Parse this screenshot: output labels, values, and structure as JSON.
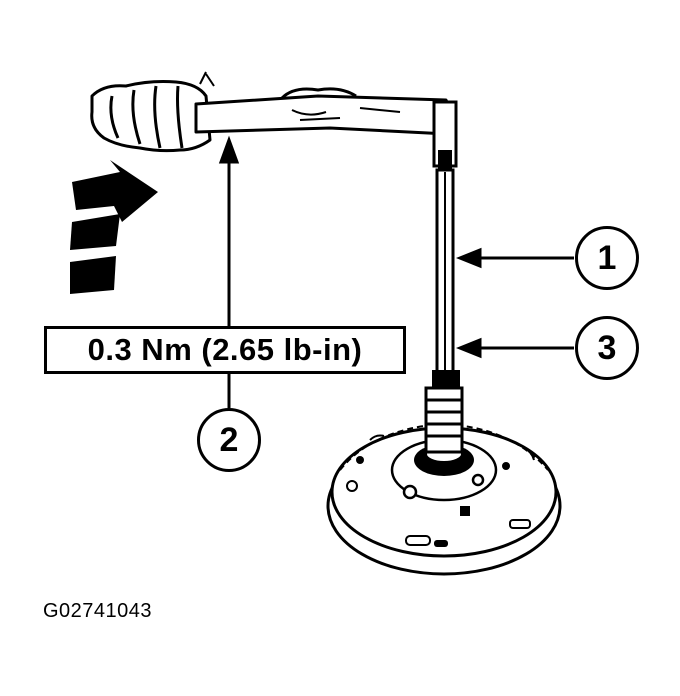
{
  "torque_spec": "0.3 Nm (2.65 lb-in)",
  "callouts": {
    "c1": "1",
    "c2": "2",
    "c3": "3"
  },
  "figure_id": "G02741043",
  "colors": {
    "ink": "#000000",
    "paper": "#ffffff"
  },
  "icons": [
    "hand-icon",
    "direction-arrow-icon",
    "torque-gauge-icon",
    "shaft-icon",
    "flywheel-plate-icon"
  ]
}
